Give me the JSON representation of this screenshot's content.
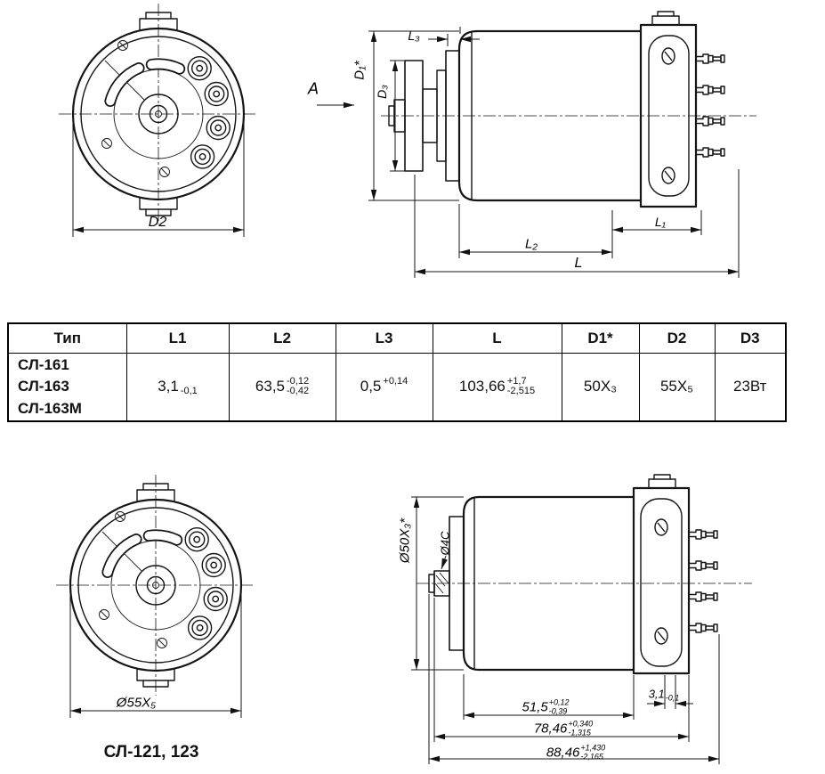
{
  "top_view": {
    "dim_d2": "D2",
    "view_label": "A",
    "dim_l3": "L₃",
    "dim_d1": "D₁*",
    "dim_d3": "D₃",
    "dim_l1": "L₁",
    "dim_l2": "L₂",
    "dim_l": "L"
  },
  "table": {
    "headers": [
      "Тип",
      "L1",
      "L2",
      "L3",
      "L",
      "D1*",
      "D2",
      "D3"
    ],
    "types": [
      "СЛ-161",
      "СЛ-163",
      "СЛ-163М"
    ],
    "l1": {
      "v": "3,1",
      "up": "",
      "dn": "-0,1"
    },
    "l2": {
      "v": "63,5",
      "up": "-0,12",
      "dn": "-0,42"
    },
    "l3": {
      "v": "0,5",
      "up": "+0,14",
      "dn": ""
    },
    "l": {
      "v": "103,66",
      "up": "+1,7",
      "dn": "-2,515"
    },
    "d1": "50X₃",
    "d2": "55X₅",
    "d3": "23Вт"
  },
  "bottom_view": {
    "dim_d55": "Ø55X₅",
    "caption": "СЛ-121, 123",
    "dim_d50": "Ø50X₃*",
    "dim_d4c": "Ø4C",
    "dim_3_1": {
      "v": "3,1",
      "up": "",
      "dn": "-0,1"
    },
    "dim_51_5": {
      "v": "51,5",
      "up": "+0,12",
      "dn": "-0,39"
    },
    "dim_78_46": {
      "v": "78,46",
      "up": "+0,340",
      "dn": "-1,315"
    },
    "dim_88_46": {
      "v": "88,46",
      "up": "+1,430",
      "dn": "-2,165"
    }
  }
}
